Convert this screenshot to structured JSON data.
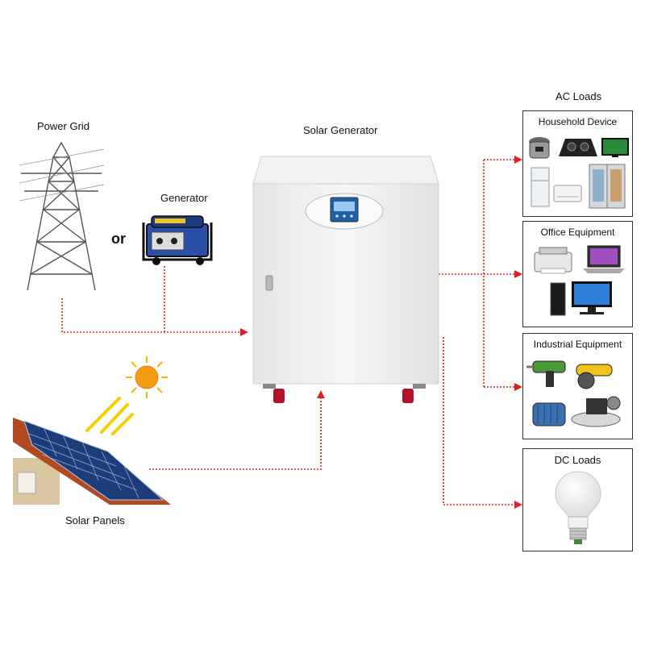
{
  "sources": {
    "power_grid": "Power Grid",
    "generator": "Generator",
    "or": "or",
    "solar_panels": "Solar Panels"
  },
  "center": {
    "title": "Solar Generator"
  },
  "loads": {
    "ac_title": "AC Loads",
    "household": "Household Device",
    "office": "Office Equipment",
    "industrial": "Industrial Equipment",
    "dc_title": "DC Loads"
  },
  "colors": {
    "connector": "#e02020",
    "panel_border": "#333333",
    "cabinet": "#efefef",
    "display": "#1f5fa8"
  },
  "icons": {
    "power_grid": "transmission-tower-icon",
    "generator": "portable-generator-icon",
    "solar_panels": "solar-panel-roof-icon",
    "sun": "sun-icon",
    "solar_generator": "cabinet-inverter-icon",
    "household": [
      "rice-cooker-icon",
      "induction-cooktop-icon",
      "tv-icon",
      "refrigerator-icon",
      "air-conditioner-icon",
      "double-door-fridge-icon"
    ],
    "office": [
      "printer-icon",
      "laptop-icon",
      "desktop-computer-icon"
    ],
    "industrial": [
      "drill-icon",
      "angle-grinder-icon",
      "electric-motor-icon",
      "air-compressor-icon"
    ],
    "dc": "light-bulb-icon"
  }
}
